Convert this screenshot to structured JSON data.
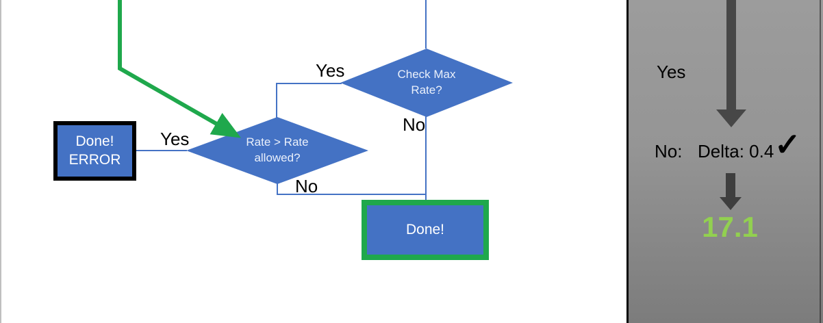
{
  "colors": {
    "shape_blue": "#4472C4",
    "accent_green": "#1FA84C",
    "result_green": "#92D050",
    "arrow_gray": "#474747",
    "border_black": "#000000",
    "panel_gray_top": "#9c9c9c",
    "panel_gray_bottom": "#7c7c7c"
  },
  "flowchart": {
    "nodes": {
      "check_max_rate": {
        "line1": "Check Max",
        "line2": "Rate?"
      },
      "rate_allowed": {
        "line1": "Rate > Rate",
        "line2": "allowed?"
      },
      "done_error": {
        "line1": "Done!",
        "line2": "ERROR"
      },
      "done": {
        "label": "Done!"
      }
    },
    "labels": {
      "check_yes": "Yes",
      "check_no": "No",
      "rate_yes": "Yes",
      "rate_no": "No"
    }
  },
  "side_panel": {
    "yes_label": "Yes",
    "no_label": "No:",
    "delta_value": "Delta: 0.4",
    "checkmark": "✓",
    "result_value": "17.1"
  }
}
